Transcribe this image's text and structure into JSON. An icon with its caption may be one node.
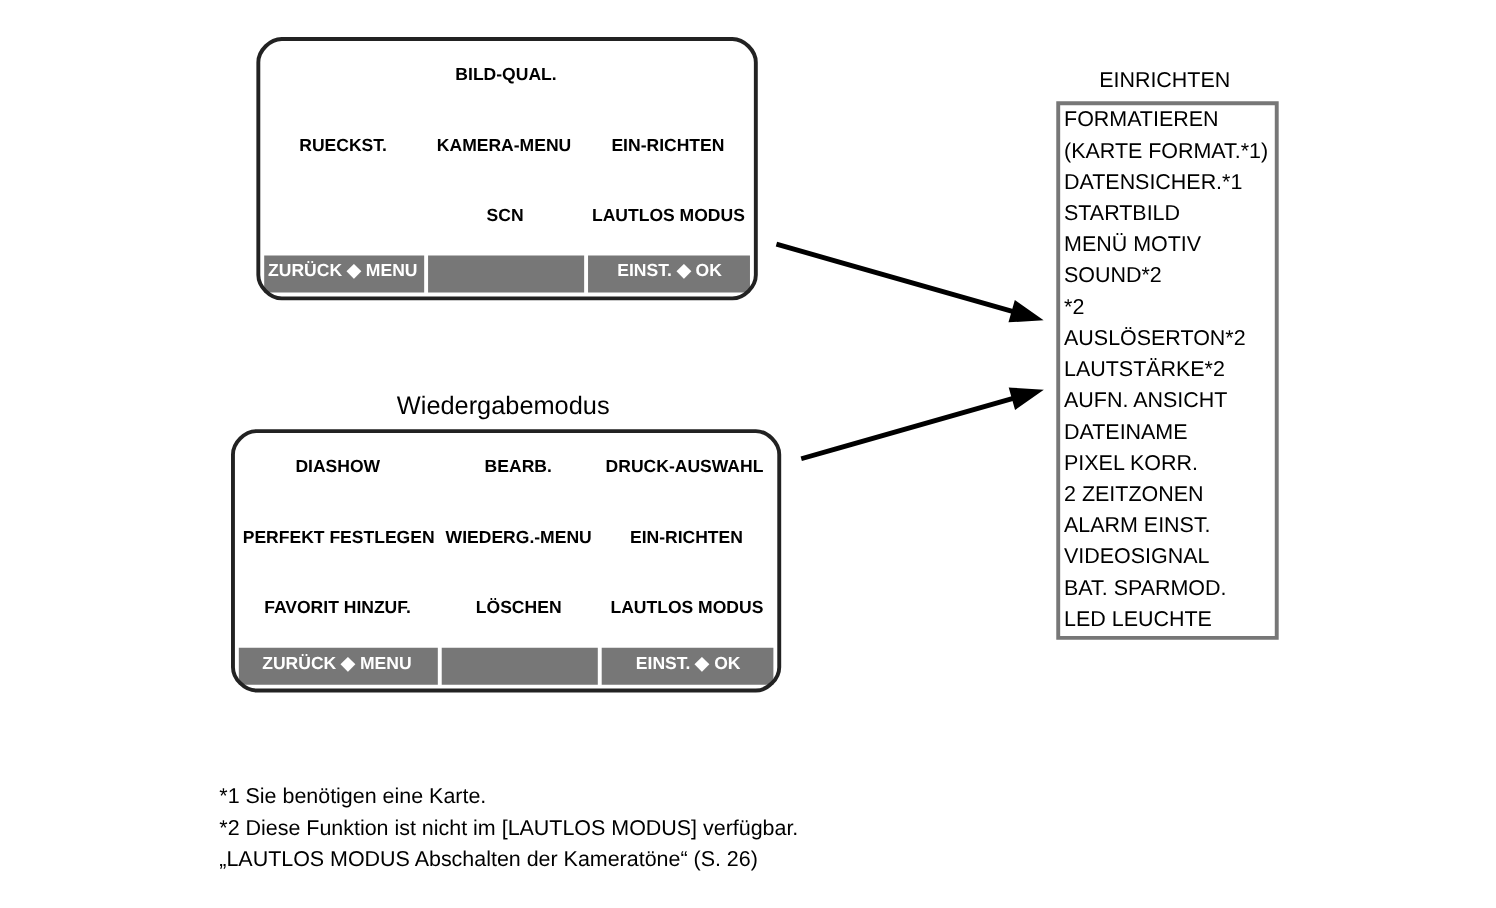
{
  "diagram": {
    "nodes": [
      {
        "text": [
          "BILD-QUAL.",
          "RUECKST.",
          "KAMERA-MENU",
          "EIN-RICHTEN",
          "SCN",
          "LAUTLOS MODUS",
          "ZURÜCK ◆ MENU",
          "EINST. ◆ OK"
        ]
      },
      {
        "text": [
          "DIASHOW",
          "BEARB.",
          "DRUCK-AUSWAHL",
          "PERFEKT FESTLEGEN",
          "WIEDERG.-MENU",
          "EIN-RICHTEN",
          "FAVORIT HINZUF.",
          "LÖSCHEN",
          "LAUTLOS MODUS",
          "ZURÜCK ◆ MENU",
          "EINST. ◆ OK"
        ],
        "beside": [
          "Wiedergabemodus"
        ]
      },
      {
        "text": [
          "EINRICHTEN",
          "FORMATIEREN",
          "(KARTE FORMAT.*1)",
          "DATENSICHER.*1",
          "STARTBILD",
          "MENÜ MOTIV",
          "SOUND*2",
          "*2",
          "AUSLÖSERTON*2",
          "LAUTSTÄRKE*2",
          "AUFN. ANSICHT",
          "DATEINAME",
          "PIXEL KORR.",
          "2 ZEITZONEN",
          "ALARM EINST.",
          "VIDEOSIGNAL",
          "BAT. SPARMOD.",
          "LED LEUCHTE"
        ]
      }
    ],
    "edges": [
      {
        "from": 0,
        "to": 2,
        "arrow": "to"
      },
      {
        "from": 1,
        "to": 2,
        "arrow": "to"
      }
    ],
    "labels": [
      "*1 Sie benötigen eine Karte.",
      "*2 Diese Funktion ist nicht im [LAUTLOS MODUS] verfügbar.",
      "„LAUTLOS MODUS Abschalten der Kameratöne“ (S. 26)"
    ]
  }
}
